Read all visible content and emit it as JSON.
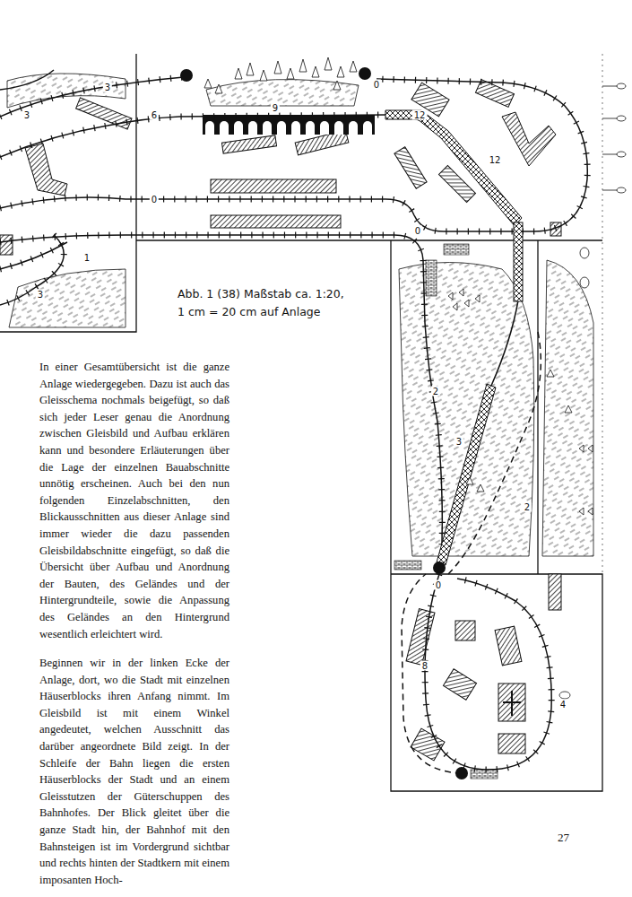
{
  "diagram": {
    "caption": "Abb. 1 (38) Maßstab ca. 1:20, 1 cm = 20 cm auf Anlage",
    "labels": [
      "3",
      "3",
      "6",
      "9",
      "0",
      "12",
      "12",
      "0",
      "0",
      "1",
      "3",
      "2",
      "3",
      "2",
      "0",
      "8",
      "4",
      "In einer Gesamtübersicht ist die ganze Anlage wiedergegeben. Dazu ist auch das Gleisschema nochmals beigefügt, so daß sich jeder Leser genau die Anordnung zwischen Gleisbild und Aufbau erklären kann und besondere Erläuterungen über die Lage der einzelnen Bauabschnitte unnötig erscheinen. Auch bei den nun folgenden Einzelabschnitten, den Blickausschnitten aus dieser Anlage sind immer wieder die dazu passenden Gleisbildabschnitte eingefügt, so daß die Übersicht über Aufbau und Anordnung der Bauten, des Geländes und der Hintergrundteile, sowie die Anpassung des Geländes an den Hintergrund wesentlich erleichtert wird.",
      "Beginnen wir in der linken Ecke der Anlage, dort, wo die Stadt mit einzelnen Häuserblocks ihren Anfang nimmt. Im Gleisbild ist mit einem Winkel angedeutet, welchen Ausschnitt das darüber angeordnete Bild zeigt. In der Schleife der Bahn liegen die ersten Häuserblocks der Stadt und an einem Gleisstutzen der Güterschuppen des Bahnhofes. Der Blick gleitet über die ganze Stadt hin, der Bahnhof mit den Bahnsteigen ist im Vordergrund sichtbar und rechts hinten der Stadtkern mit einem imposanten Hoch-",
      "27"
    ]
  }
}
